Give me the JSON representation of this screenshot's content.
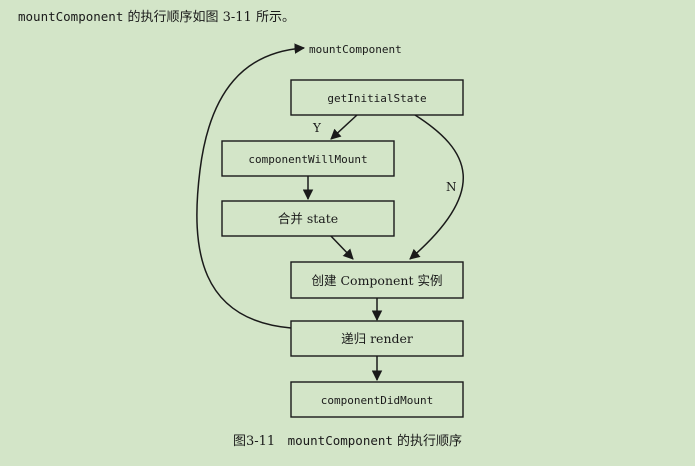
{
  "intro": {
    "code": "mountComponent",
    "text": " 的执行顺序如图 3-11 所示。"
  },
  "diagram": {
    "top_label": "mountComponent",
    "nodes": {
      "get_initial_state": "getInitialState",
      "component_will_mount": "componentWillMount",
      "merge_state": "合并 state",
      "create_component": "创建 Component 实例",
      "recursive_render": "递归 render",
      "component_did_mount": "componentDidMount"
    },
    "edge_labels": {
      "yes": "Y",
      "no": "N"
    }
  },
  "caption": {
    "figure": "图3-11",
    "code": "mountComponent",
    "text": " 的执行顺序"
  }
}
